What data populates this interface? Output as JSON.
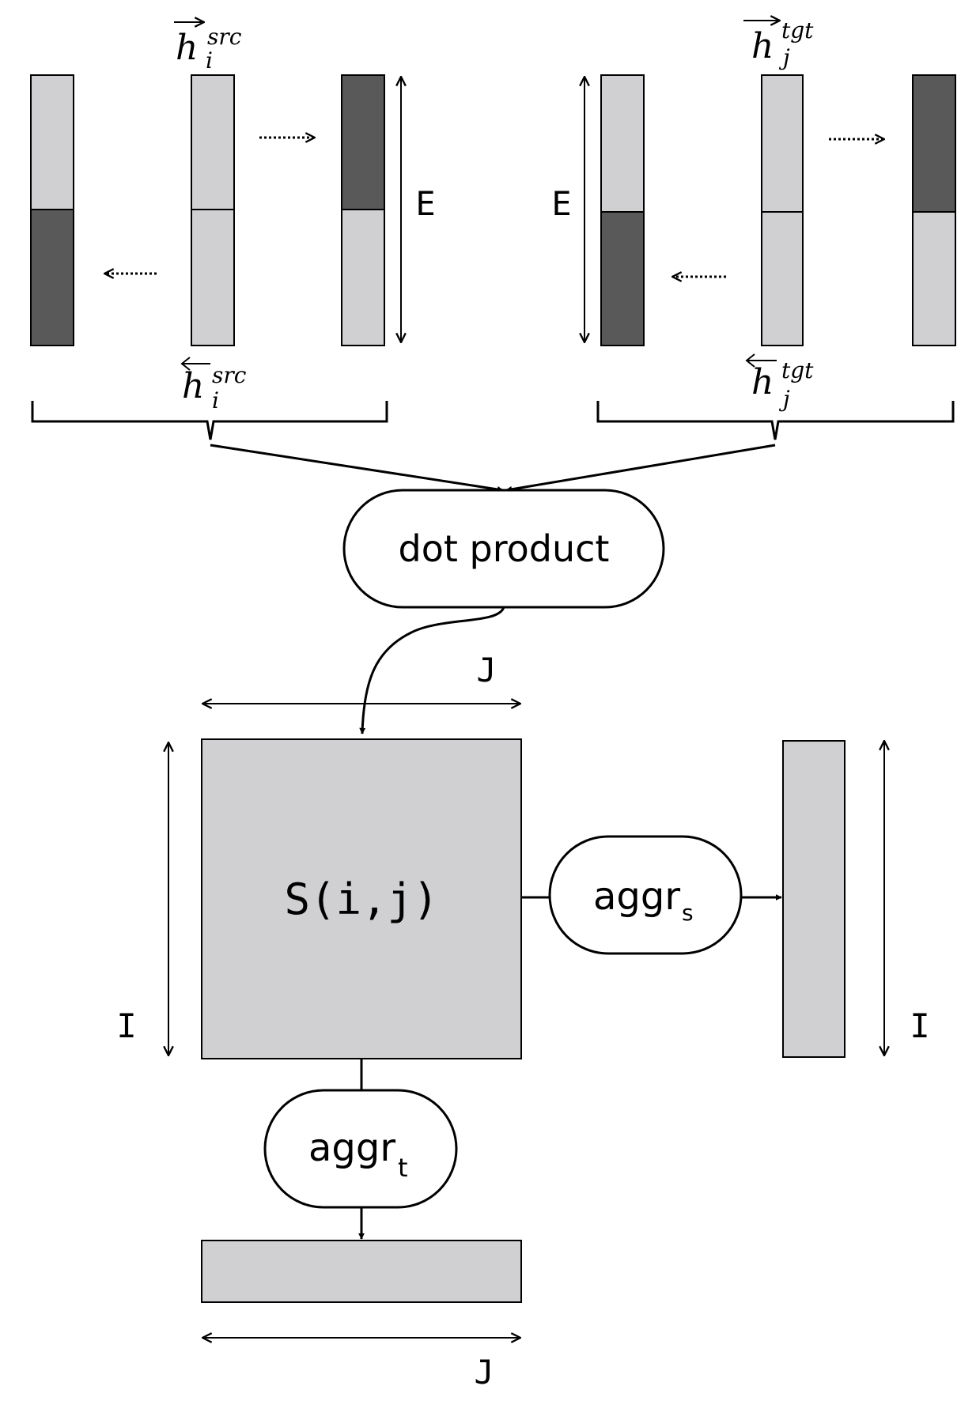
{
  "colors": {
    "light_fill": "#d0cfd1",
    "dark_fill": "#595959",
    "stroke": "#000000",
    "background": "#ffffff"
  },
  "encoders": {
    "src": {
      "forward_label": {
        "base": "h",
        "sup": "src",
        "sub": "i"
      },
      "backward_label": {
        "base": "h",
        "sup": "src",
        "sub": "i"
      },
      "dim_label": "E"
    },
    "tgt": {
      "forward_label": {
        "base": "h",
        "sup": "tgt",
        "sub": "j"
      },
      "backward_label": {
        "base": "h",
        "sup": "tgt",
        "sub": "j"
      },
      "dim_label": "E"
    }
  },
  "dot_product": {
    "label": "dot product"
  },
  "matrix": {
    "label": "S(i,j)",
    "width_label": "J",
    "height_label": "I"
  },
  "aggr_s": {
    "base": "aggr",
    "sub": "s",
    "output_height_label": "I"
  },
  "aggr_t": {
    "base": "aggr",
    "sub": "t",
    "output_width_label": "J"
  }
}
